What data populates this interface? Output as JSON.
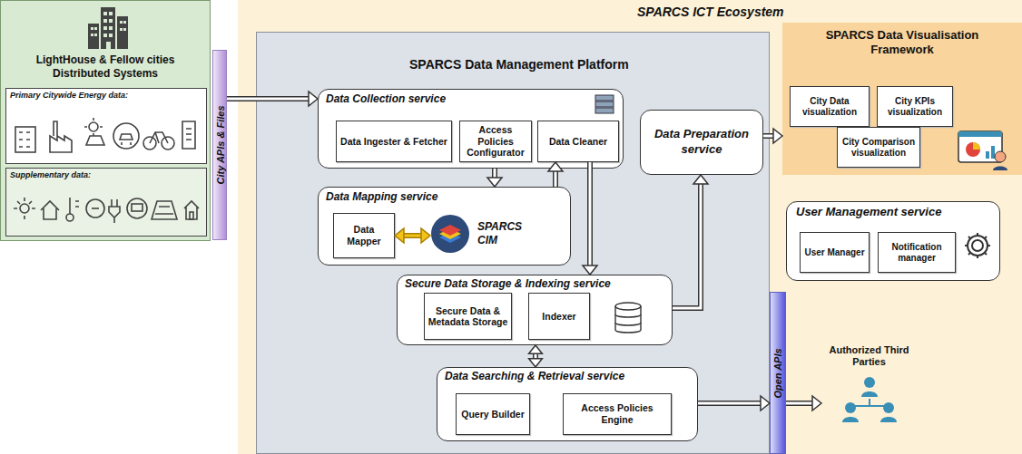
{
  "diagram": {
    "nodes": [
      {
        "text": [
          "LightHouse & Fellow cities Distributed Systems"
        ]
      },
      {
        "text": [
          "Primary Citywide Energy data:"
        ],
        "in": 0
      },
      {
        "text": [
          "Supplementary data:"
        ],
        "in": 0
      },
      {
        "text": [
          "City APIs & Files"
        ]
      },
      {
        "text": [
          "SPARCS ICT Ecosystem"
        ]
      },
      {
        "text": [
          "SPARCS Data Management Platform"
        ],
        "in": 4
      },
      {
        "text": [
          "Data Collection service"
        ],
        "in": 5
      },
      {
        "text": [
          "Data Ingester & Fetcher"
        ],
        "in": 6
      },
      {
        "text": [
          "Access Policies Configurator"
        ],
        "in": 6
      },
      {
        "text": [
          "Data Cleaner"
        ],
        "in": 6
      },
      {
        "text": [
          "Data Mapping service"
        ],
        "in": 5
      },
      {
        "text": [
          "Data Mapper"
        ],
        "in": 10
      },
      {
        "text": [
          "SPARCS CIM"
        ],
        "in": 10
      },
      {
        "text": [
          "Data Preparation service"
        ],
        "in": 5
      },
      {
        "text": [
          "Secure Data Storage & Indexing service"
        ],
        "in": 5
      },
      {
        "text": [
          "Secure Data & Metadata Storage"
        ],
        "in": 14
      },
      {
        "text": [
          "Indexer"
        ],
        "in": 14
      },
      {
        "text": [
          "Data Searching & Retrieval service"
        ],
        "in": 5
      },
      {
        "text": [
          "Query Builder"
        ],
        "in": 17
      },
      {
        "text": [
          "Access Policies Engine"
        ],
        "in": 17
      },
      {
        "text": [
          "Open APIs"
        ],
        "in": 4
      },
      {
        "text": [
          "SPARCS Data Visualisation Framework"
        ],
        "in": 4
      },
      {
        "text": [
          "City Data visualization"
        ],
        "in": 21
      },
      {
        "text": [
          "City KPIs visualization"
        ],
        "in": 21
      },
      {
        "text": [
          "City Comparison visualization"
        ],
        "in": 21
      },
      {
        "text": [
          "User Management service"
        ],
        "in": 4
      },
      {
        "text": [
          "User Manager"
        ],
        "in": 25
      },
      {
        "text": [
          "Notification manager"
        ],
        "in": 25
      },
      {
        "text": [
          "Authorized Third Parties"
        ],
        "in": 4
      }
    ],
    "edges": [
      {
        "from": 3,
        "to": 6,
        "arrow": "to"
      },
      {
        "from": 6,
        "to": 10,
        "arrow": "to"
      },
      {
        "from": 10,
        "to": 9,
        "arrow": "to"
      },
      {
        "from": 11,
        "to": 12,
        "arrow": "both"
      },
      {
        "from": 9,
        "to": 14,
        "arrow": "to"
      },
      {
        "from": 14,
        "to": 13,
        "arrow": "to"
      },
      {
        "from": 14,
        "to": 17,
        "arrow": "both"
      },
      {
        "from": 13,
        "to": 21,
        "arrow": "to"
      },
      {
        "from": 17,
        "to": 20,
        "arrow": "to"
      },
      {
        "from": 20,
        "to": 28,
        "arrow": "to"
      }
    ]
  }
}
